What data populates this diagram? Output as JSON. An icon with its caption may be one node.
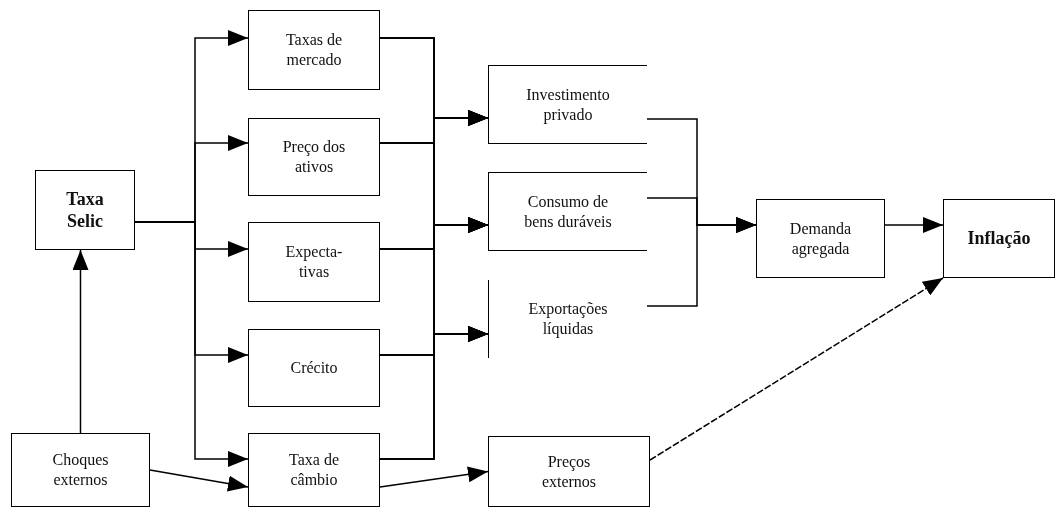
{
  "diagram": {
    "nodes": [
      {
        "text": [
          "Taxa Selic"
        ]
      },
      {
        "text": [
          "Choques externos"
        ]
      },
      {
        "text": [
          "Taxas de mercado"
        ]
      },
      {
        "text": [
          "Preço dos ativos"
        ]
      },
      {
        "text": [
          "Expecta- tivas"
        ]
      },
      {
        "text": [
          "Crécito"
        ]
      },
      {
        "text": [
          "Taxa de câmbio"
        ]
      },
      {
        "text": [
          "Investimento privado"
        ]
      },
      {
        "text": [
          "Consumo de bens duráveis"
        ]
      },
      {
        "text": [
          "Exportações líquidas"
        ]
      },
      {
        "text": [
          "Preços externos"
        ]
      },
      {
        "text": [
          "Demanda agregada"
        ]
      },
      {
        "text": [
          "Inflação"
        ]
      }
    ],
    "edges": [
      {
        "from": 1,
        "to": 0,
        "arrow": "to"
      },
      {
        "from": 0,
        "to": 2,
        "arrow": "to"
      },
      {
        "from": 0,
        "to": 3,
        "arrow": "to"
      },
      {
        "from": 0,
        "to": 4,
        "arrow": "to"
      },
      {
        "from": 0,
        "to": 5,
        "arrow": "to"
      },
      {
        "from": 0,
        "to": 6,
        "arrow": "to"
      },
      {
        "from": 1,
        "to": 6,
        "arrow": "to"
      },
      {
        "from": 2,
        "to": 7,
        "arrow": "to"
      },
      {
        "from": 2,
        "to": 8,
        "arrow": "to"
      },
      {
        "from": 2,
        "to": 9,
        "arrow": "to"
      },
      {
        "from": 3,
        "to": 7,
        "arrow": "to"
      },
      {
        "from": 3,
        "to": 8,
        "arrow": "to"
      },
      {
        "from": 3,
        "to": 9,
        "arrow": "to"
      },
      {
        "from": 4,
        "to": 7,
        "arrow": "to"
      },
      {
        "from": 4,
        "to": 8,
        "arrow": "to"
      },
      {
        "from": 4,
        "to": 9,
        "arrow": "to"
      },
      {
        "from": 5,
        "to": 7,
        "arrow": "to"
      },
      {
        "from": 5,
        "to": 8,
        "arrow": "to"
      },
      {
        "from": 5,
        "to": 9,
        "arrow": "to"
      },
      {
        "from": 6,
        "to": 7,
        "arrow": "to"
      },
      {
        "from": 6,
        "to": 8,
        "arrow": "to"
      },
      {
        "from": 6,
        "to": 9,
        "arrow": "to"
      },
      {
        "from": 6,
        "to": 10,
        "arrow": "to"
      },
      {
        "from": 7,
        "to": 11,
        "arrow": "to"
      },
      {
        "from": 8,
        "to": 11,
        "arrow": "to"
      },
      {
        "from": 9,
        "to": 11,
        "arrow": "to"
      },
      {
        "from": 11,
        "to": 12,
        "arrow": "to"
      },
      {
        "from": 10,
        "to": 12,
        "arrow": "to",
        "style": "dashed"
      }
    ]
  }
}
